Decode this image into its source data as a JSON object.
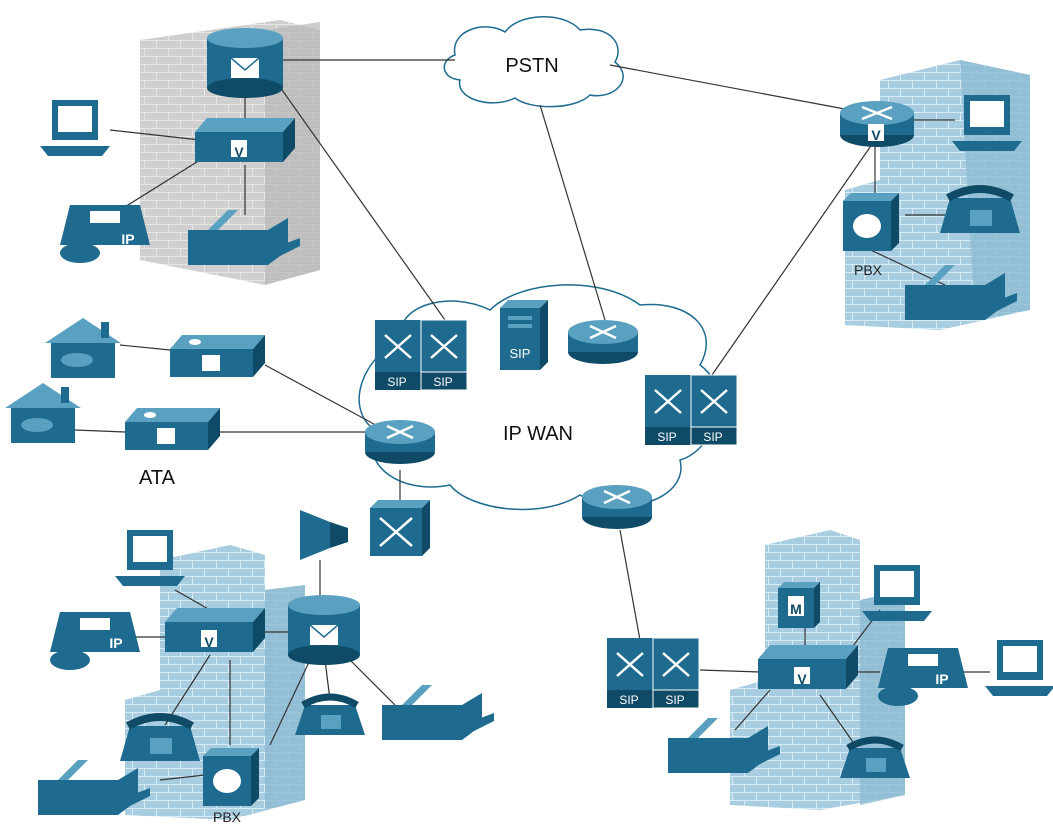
{
  "labels": {
    "pstn": "PSTN",
    "ip_wan": "IP WAN",
    "ata": "ATA",
    "pbx_right": "PBX",
    "pbx_bottom": "PBX"
  },
  "device_text": {
    "v": "V",
    "m": "M",
    "ip": "IP",
    "sip": "SIP"
  },
  "colors": {
    "device": "#1e6b8f",
    "device_top": "#5aa0c0",
    "device_dark": "#0f4a66",
    "building_blue": "#a9cde0",
    "building_gray": "#cfcfcf",
    "line": "#333333"
  }
}
